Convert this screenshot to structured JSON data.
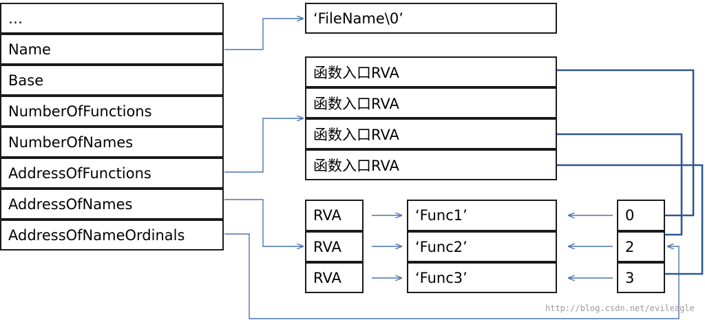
{
  "export_directory_fields": [
    "…",
    "Name",
    "Base",
    "NumberOfFunctions",
    "NumberOfNames",
    "AddressOfFunctions",
    "AddressOfNames",
    "AddressOfNameOrdinals"
  ],
  "filename_box": "‘FileName\\0’",
  "function_rva_entries": [
    "函数入口RVA",
    "函数入口RVA",
    "函数入口RVA",
    "函数入口RVA"
  ],
  "name_rva_entries": [
    "RVA",
    "RVA",
    "RVA"
  ],
  "function_name_strings": [
    "‘Func1’",
    "‘Func2’",
    "‘Func3’"
  ],
  "ordinal_values": [
    "0",
    "2",
    "3"
  ],
  "watermark": "http://blog.csdn.net/evileagle",
  "colors": {
    "connector": "#4a72b2",
    "connector_dark": "#2f5693",
    "border": "#1a1a1a"
  }
}
